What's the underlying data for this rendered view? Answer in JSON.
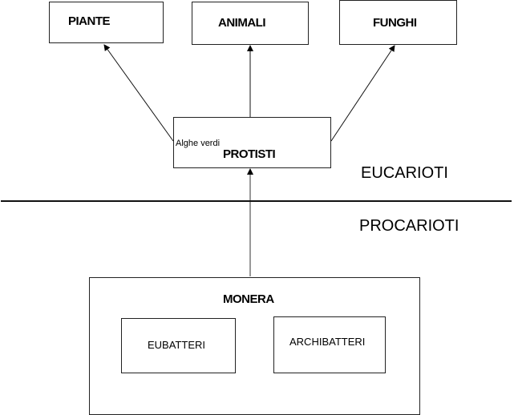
{
  "diagram": {
    "kingdoms_top": [
      "PIANTE",
      "ANIMALI",
      "FUNGHI"
    ],
    "protisti": {
      "label": "PROTISTI",
      "sublabel": "Alghe verdi"
    },
    "domains": {
      "upper": "EUCARIOTI",
      "lower": "PROCARIOTI"
    },
    "monera": {
      "label": "MONERA",
      "children": [
        "EUBATTERI",
        "ARCHIBATTERI"
      ]
    },
    "edges": [
      {
        "from": "MONERA",
        "to": "PROTISTI"
      },
      {
        "from": "PROTISTI",
        "to": "PIANTE"
      },
      {
        "from": "PROTISTI",
        "to": "ANIMALI"
      },
      {
        "from": "PROTISTI",
        "to": "FUNGHI"
      }
    ]
  }
}
